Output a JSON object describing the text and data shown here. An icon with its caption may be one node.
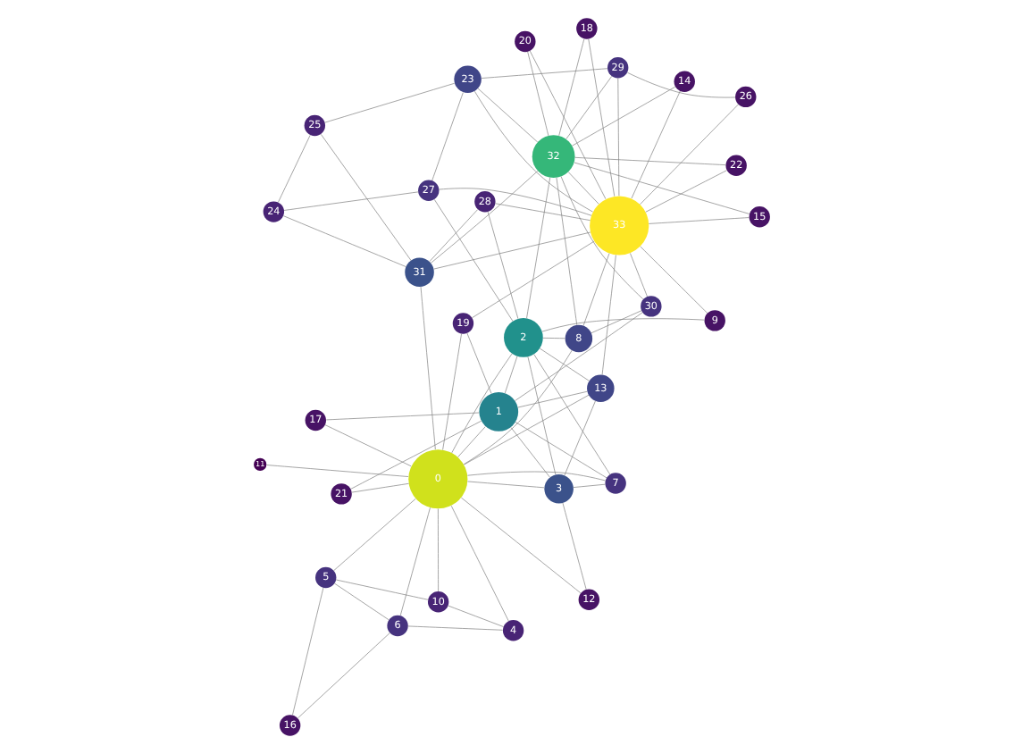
{
  "diagram": {
    "nodes": [
      {
        "text": [
          "0"
        ]
      },
      {
        "text": [
          "1"
        ]
      },
      {
        "text": [
          "2"
        ]
      },
      {
        "text": [
          "3"
        ]
      },
      {
        "text": [
          "4"
        ]
      },
      {
        "text": [
          "5"
        ]
      },
      {
        "text": [
          "6"
        ]
      },
      {
        "text": [
          "7"
        ]
      },
      {
        "text": [
          "8"
        ]
      },
      {
        "text": [
          "9"
        ]
      },
      {
        "text": [
          "10"
        ]
      },
      {
        "text": [
          "11"
        ]
      },
      {
        "text": [
          "12"
        ]
      },
      {
        "text": [
          "13"
        ]
      },
      {
        "text": [
          "14"
        ]
      },
      {
        "text": [
          "15"
        ]
      },
      {
        "text": [
          "16"
        ]
      },
      {
        "text": [
          "17"
        ]
      },
      {
        "text": [
          "18"
        ]
      },
      {
        "text": [
          "19"
        ]
      },
      {
        "text": [
          "20"
        ]
      },
      {
        "text": [
          "21"
        ]
      },
      {
        "text": [
          "22"
        ]
      },
      {
        "text": [
          "23"
        ]
      },
      {
        "text": [
          "24"
        ]
      },
      {
        "text": [
          "25"
        ]
      },
      {
        "text": [
          "26"
        ]
      },
      {
        "text": [
          "27"
        ]
      },
      {
        "text": [
          "28"
        ]
      },
      {
        "text": [
          "29"
        ]
      },
      {
        "text": [
          "30"
        ]
      },
      {
        "text": [
          "31"
        ]
      },
      {
        "text": [
          "32"
        ]
      },
      {
        "text": [
          "33"
        ]
      }
    ],
    "edges": [
      {
        "from": 0,
        "to": 1,
        "arrow": "none"
      },
      {
        "from": 0,
        "to": 2,
        "arrow": "none"
      },
      {
        "from": 0,
        "to": 3,
        "arrow": "none"
      },
      {
        "from": 0,
        "to": 4,
        "arrow": "none"
      },
      {
        "from": 0,
        "to": 5,
        "arrow": "none"
      },
      {
        "from": 0,
        "to": 6,
        "arrow": "none"
      },
      {
        "from": 0,
        "to": 7,
        "arrow": "none"
      },
      {
        "from": 0,
        "to": 8,
        "arrow": "none"
      },
      {
        "from": 0,
        "to": 10,
        "arrow": "none"
      },
      {
        "from": 0,
        "to": 11,
        "arrow": "none"
      },
      {
        "from": 0,
        "to": 12,
        "arrow": "none"
      },
      {
        "from": 0,
        "to": 13,
        "arrow": "none"
      },
      {
        "from": 0,
        "to": 17,
        "arrow": "none"
      },
      {
        "from": 0,
        "to": 19,
        "arrow": "none"
      },
      {
        "from": 0,
        "to": 21,
        "arrow": "none"
      },
      {
        "from": 0,
        "to": 31,
        "arrow": "none"
      },
      {
        "from": 1,
        "to": 2,
        "arrow": "none"
      },
      {
        "from": 1,
        "to": 3,
        "arrow": "none"
      },
      {
        "from": 1,
        "to": 7,
        "arrow": "none"
      },
      {
        "from": 1,
        "to": 13,
        "arrow": "none"
      },
      {
        "from": 1,
        "to": 17,
        "arrow": "none"
      },
      {
        "from": 1,
        "to": 19,
        "arrow": "none"
      },
      {
        "from": 1,
        "to": 21,
        "arrow": "none"
      },
      {
        "from": 1,
        "to": 30,
        "arrow": "none"
      },
      {
        "from": 2,
        "to": 3,
        "arrow": "none"
      },
      {
        "from": 2,
        "to": 7,
        "arrow": "none"
      },
      {
        "from": 2,
        "to": 8,
        "arrow": "none"
      },
      {
        "from": 2,
        "to": 9,
        "arrow": "none"
      },
      {
        "from": 2,
        "to": 13,
        "arrow": "none"
      },
      {
        "from": 2,
        "to": 27,
        "arrow": "none"
      },
      {
        "from": 2,
        "to": 28,
        "arrow": "none"
      },
      {
        "from": 2,
        "to": 32,
        "arrow": "none"
      },
      {
        "from": 3,
        "to": 7,
        "arrow": "none"
      },
      {
        "from": 3,
        "to": 12,
        "arrow": "none"
      },
      {
        "from": 3,
        "to": 13,
        "arrow": "none"
      },
      {
        "from": 4,
        "to": 6,
        "arrow": "none"
      },
      {
        "from": 4,
        "to": 10,
        "arrow": "none"
      },
      {
        "from": 5,
        "to": 6,
        "arrow": "none"
      },
      {
        "from": 5,
        "to": 10,
        "arrow": "none"
      },
      {
        "from": 5,
        "to": 16,
        "arrow": "none"
      },
      {
        "from": 6,
        "to": 16,
        "arrow": "none"
      },
      {
        "from": 8,
        "to": 30,
        "arrow": "none"
      },
      {
        "from": 8,
        "to": 32,
        "arrow": "none"
      },
      {
        "from": 8,
        "to": 33,
        "arrow": "none"
      },
      {
        "from": 9,
        "to": 33,
        "arrow": "none"
      },
      {
        "from": 13,
        "to": 33,
        "arrow": "none"
      },
      {
        "from": 14,
        "to": 32,
        "arrow": "none"
      },
      {
        "from": 14,
        "to": 33,
        "arrow": "none"
      },
      {
        "from": 15,
        "to": 32,
        "arrow": "none"
      },
      {
        "from": 15,
        "to": 33,
        "arrow": "none"
      },
      {
        "from": 18,
        "to": 32,
        "arrow": "none"
      },
      {
        "from": 18,
        "to": 33,
        "arrow": "none"
      },
      {
        "from": 19,
        "to": 33,
        "arrow": "none"
      },
      {
        "from": 20,
        "to": 32,
        "arrow": "none"
      },
      {
        "from": 20,
        "to": 33,
        "arrow": "none"
      },
      {
        "from": 22,
        "to": 32,
        "arrow": "none"
      },
      {
        "from": 22,
        "to": 33,
        "arrow": "none"
      },
      {
        "from": 23,
        "to": 25,
        "arrow": "none"
      },
      {
        "from": 23,
        "to": 27,
        "arrow": "none"
      },
      {
        "from": 23,
        "to": 29,
        "arrow": "none"
      },
      {
        "from": 23,
        "to": 32,
        "arrow": "none"
      },
      {
        "from": 23,
        "to": 33,
        "arrow": "none"
      },
      {
        "from": 24,
        "to": 25,
        "arrow": "none"
      },
      {
        "from": 24,
        "to": 27,
        "arrow": "none"
      },
      {
        "from": 24,
        "to": 31,
        "arrow": "none"
      },
      {
        "from": 25,
        "to": 31,
        "arrow": "none"
      },
      {
        "from": 26,
        "to": 29,
        "arrow": "none"
      },
      {
        "from": 26,
        "to": 33,
        "arrow": "none"
      },
      {
        "from": 27,
        "to": 33,
        "arrow": "none"
      },
      {
        "from": 28,
        "to": 31,
        "arrow": "none"
      },
      {
        "from": 28,
        "to": 33,
        "arrow": "none"
      },
      {
        "from": 29,
        "to": 32,
        "arrow": "none"
      },
      {
        "from": 29,
        "to": 33,
        "arrow": "none"
      },
      {
        "from": 30,
        "to": 32,
        "arrow": "none"
      },
      {
        "from": 30,
        "to": 33,
        "arrow": "none"
      },
      {
        "from": 31,
        "to": 32,
        "arrow": "none"
      },
      {
        "from": 31,
        "to": 33,
        "arrow": "none"
      },
      {
        "from": 32,
        "to": 33,
        "arrow": "none"
      }
    ]
  }
}
